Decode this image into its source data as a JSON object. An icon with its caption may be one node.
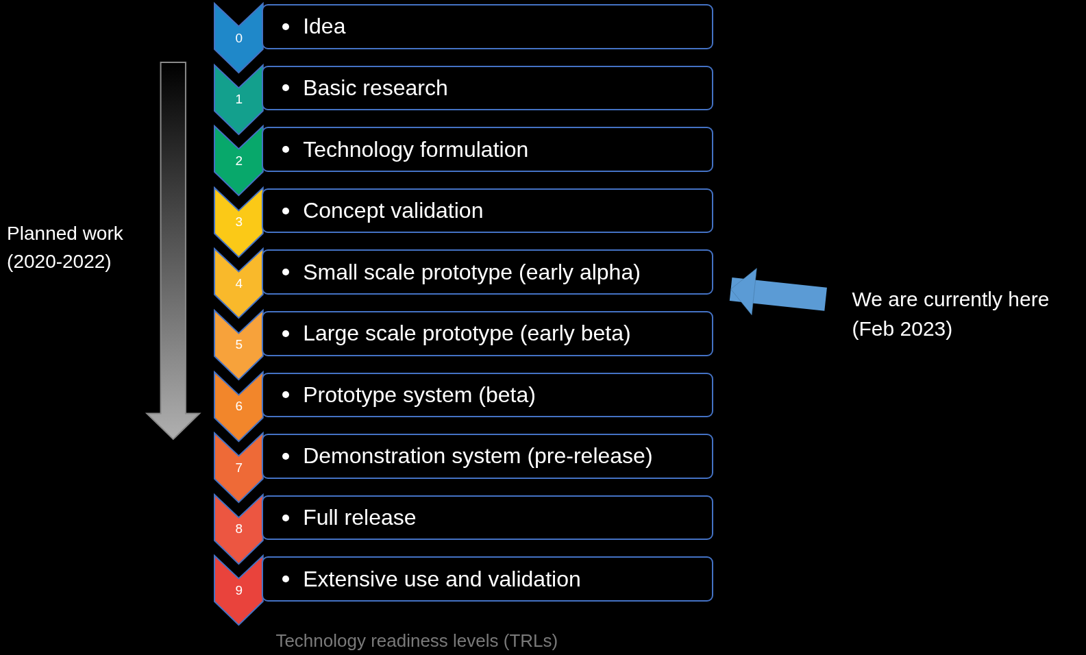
{
  "diagram": {
    "caption": "Technology readiness levels (TRLs)",
    "nodes": [
      {
        "text": [
          "0"
        ]
      },
      {
        "text": [
          "Idea"
        ]
      },
      {
        "text": [
          "1"
        ]
      },
      {
        "text": [
          "Basic research"
        ]
      },
      {
        "text": [
          "2"
        ]
      },
      {
        "text": [
          "Technology formulation"
        ]
      },
      {
        "text": [
          "3"
        ]
      },
      {
        "text": [
          "Concept validation"
        ]
      },
      {
        "text": [
          "4"
        ]
      },
      {
        "text": [
          "Small scale prototype (early alpha)"
        ]
      },
      {
        "text": [
          "5"
        ]
      },
      {
        "text": [
          "Large scale prototype (early beta)"
        ]
      },
      {
        "text": [
          "6"
        ]
      },
      {
        "text": [
          "Prototype system (beta)"
        ]
      },
      {
        "text": [
          "7"
        ]
      },
      {
        "text": [
          "Demonstration system (pre-release)"
        ]
      },
      {
        "text": [
          "8"
        ]
      },
      {
        "text": [
          "Full release"
        ]
      },
      {
        "text": [
          "9"
        ]
      },
      {
        "text": [
          "Extensive use and validation"
        ]
      },
      {
        "text": [
          "We are currently here (Feb 2023)"
        ]
      }
    ],
    "edges": [
      {
        "from": 20,
        "to": 9,
        "arrow": "to"
      }
    ],
    "labels": [
      "Planned work (2020-2022)"
    ]
  }
}
